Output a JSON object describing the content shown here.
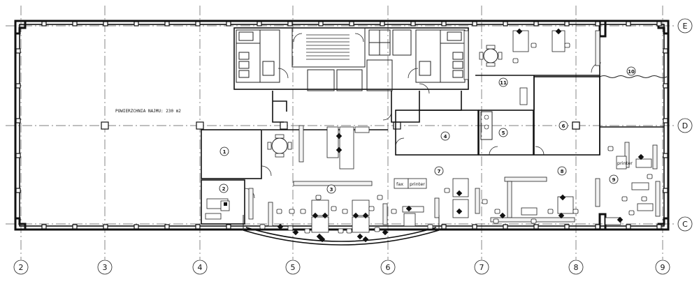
{
  "axes": {
    "vertical": [
      "2",
      "3",
      "4",
      "5",
      "6",
      "7",
      "8",
      "9"
    ],
    "horizontal": [
      "E",
      "D",
      "C"
    ]
  },
  "area_label": "POWIERZCHNIA NAJMU: 230 m2",
  "rooms": [
    "1",
    "2",
    "3",
    "4",
    "5",
    "6",
    "7",
    "8",
    "9",
    "10",
    "11"
  ],
  "equipment": {
    "fax": "fax",
    "printer": "printer",
    "printer_small": "printer"
  }
}
